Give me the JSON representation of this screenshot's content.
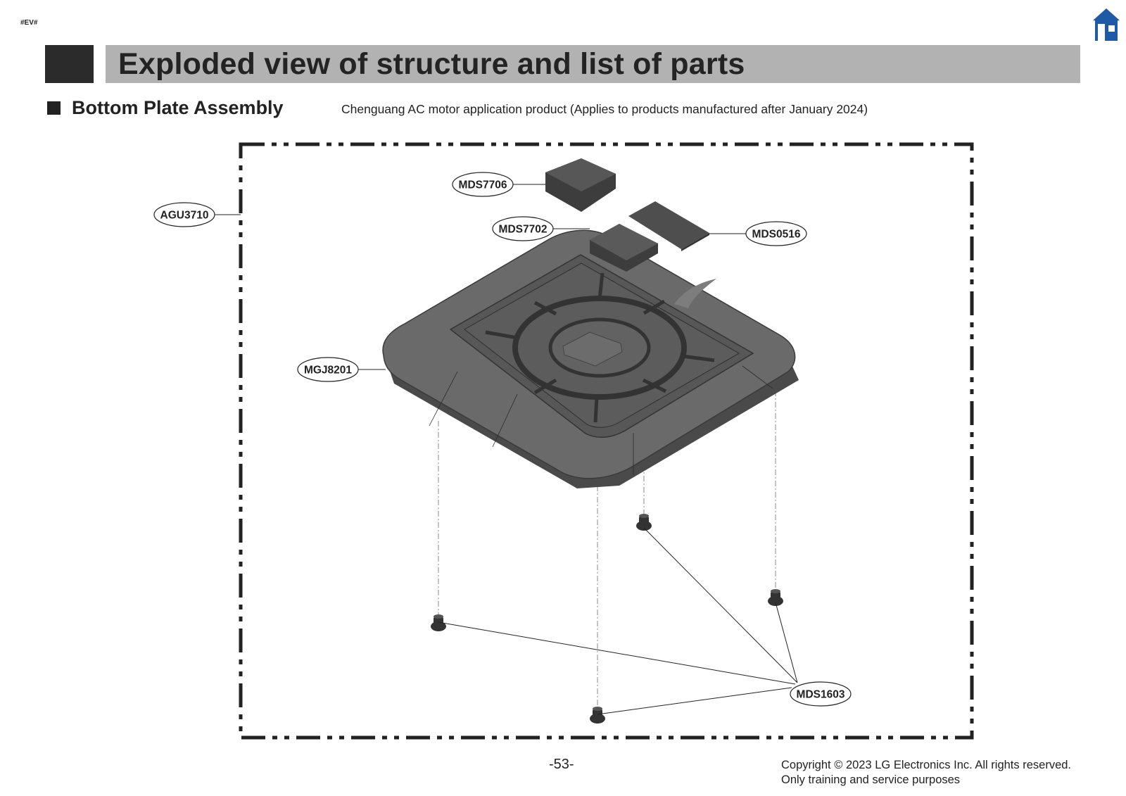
{
  "page": {
    "tag": "#EV#",
    "title": "Exploded view of structure and list of parts",
    "section_title": "Bottom Plate Assembly",
    "subtitle": "Chenguang AC motor application product (Applies to products manufactured after January 2024)",
    "page_number": "-53-",
    "copyright_line1": "Copyright © 2023 LG Electronics Inc. All rights reserved.",
    "copyright_line2": "Only training and service purposes"
  },
  "callouts": {
    "agu3710": "AGU3710",
    "mds7706": "MDS7706",
    "mds7702": "MDS7702",
    "mds0516": "MDS0516",
    "mgj8201": "MGJ8201",
    "mds1603": "MDS1603"
  },
  "icons": {
    "home": "home-icon"
  },
  "colors": {
    "home_icon": "#1f5aa6",
    "title_bar": "#b2b2b2",
    "title_block": "#2b2b2b",
    "part_fill": "#5f5f5f"
  }
}
